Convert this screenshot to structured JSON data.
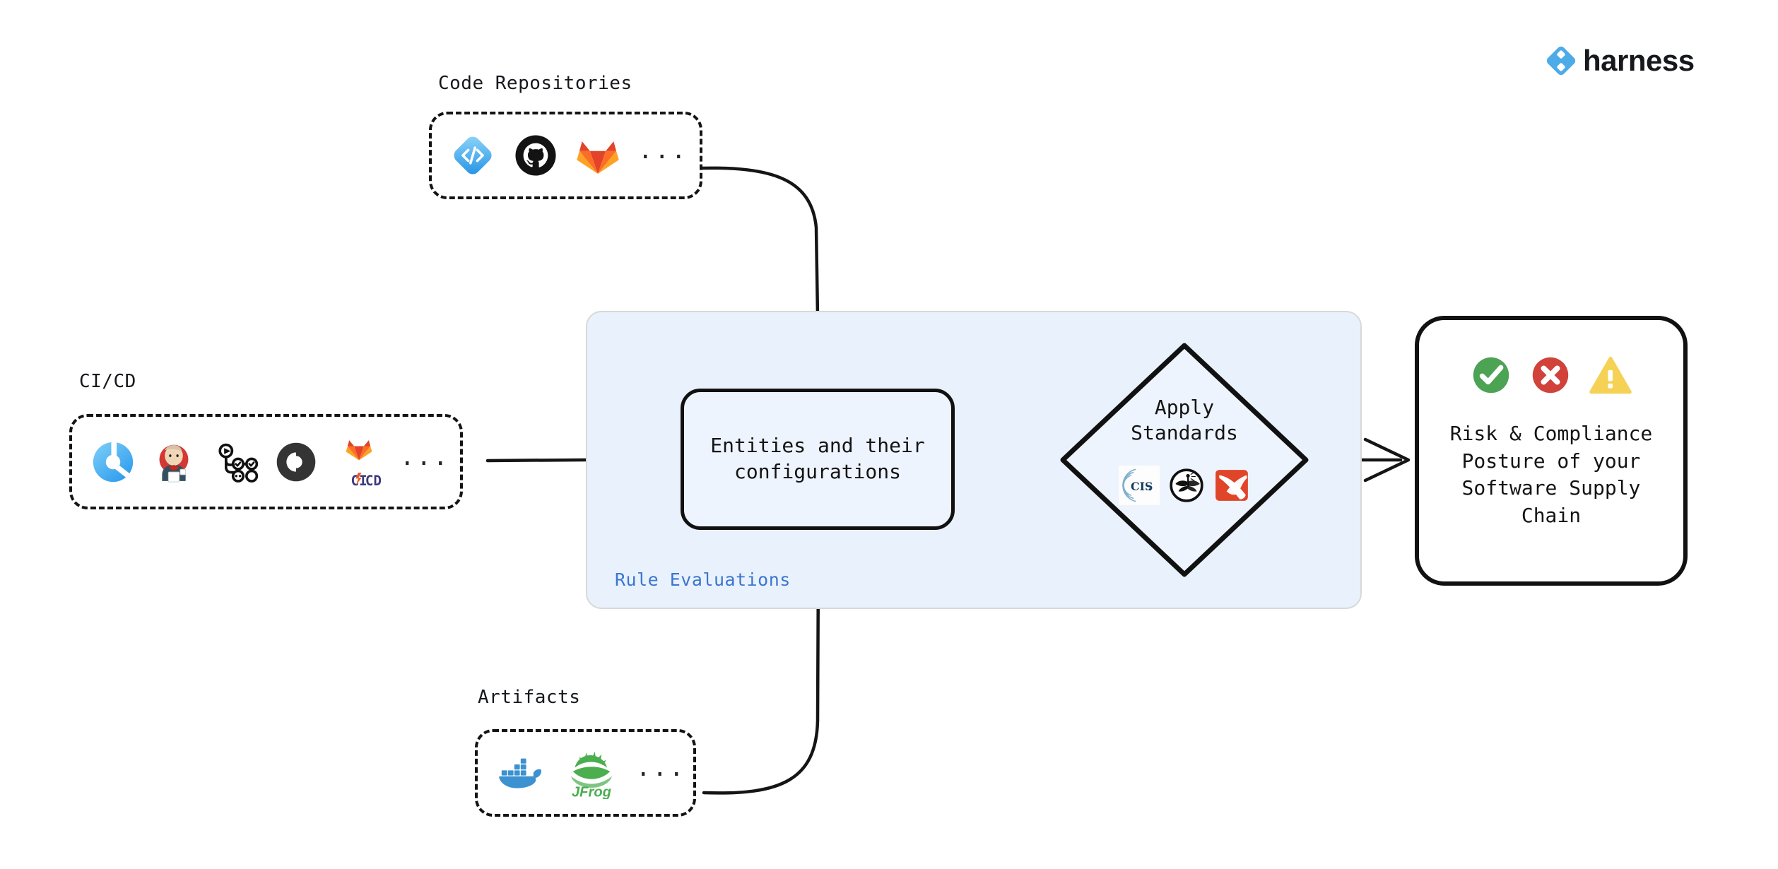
{
  "brand": {
    "name": "harness",
    "logo_icon": "harness-diamond-icon",
    "accent_color": "#4DABE8",
    "wordmark_color": "#16181D"
  },
  "groups": [
    {
      "id": "code-repositories",
      "label": "Code Repositories",
      "dots": "...",
      "items": [
        {
          "name": "bitbucket-code-icon",
          "label": "Code"
        },
        {
          "name": "github-icon",
          "label": "GitHub"
        },
        {
          "name": "gitlab-icon",
          "label": "GitLab"
        }
      ]
    },
    {
      "id": "ci-cd",
      "label": "CI/CD",
      "dots": "...",
      "items": [
        {
          "name": "harness-ci-icon",
          "label": "Harness CI"
        },
        {
          "name": "jenkins-icon",
          "label": "Jenkins"
        },
        {
          "name": "github-actions-icon",
          "label": "GitHub Actions"
        },
        {
          "name": "circleci-icon",
          "label": "CircleCI"
        },
        {
          "name": "gitlab-cicd-icon",
          "label": "CI/CD"
        }
      ]
    },
    {
      "id": "artifacts",
      "label": "Artifacts",
      "dots": "...",
      "items": [
        {
          "name": "docker-icon",
          "label": "Docker"
        },
        {
          "name": "jfrog-icon",
          "label": "JFrog"
        }
      ]
    }
  ],
  "rule_evaluations": {
    "label": "Rule Evaluations",
    "label_color": "#3B75D1",
    "background_color": "#E9F2FC",
    "entities": {
      "label": "Entities and their\nconfigurations"
    },
    "apply_standards": {
      "label": "Apply\nStandards",
      "logos": [
        {
          "name": "cis-icon",
          "label": "CIS"
        },
        {
          "name": "owasp-dragonfly-icon",
          "label": "OWASP"
        },
        {
          "name": "slsa-icon",
          "label": "SLSA"
        }
      ]
    }
  },
  "outcome": {
    "label": "Risk & Compliance\nPosture of your\nSoftware Supply\nChain",
    "status_icons": [
      {
        "name": "check-circle-icon",
        "label": "Pass",
        "color": "#4CA353"
      },
      {
        "name": "x-circle-icon",
        "label": "Fail",
        "color": "#D0423A"
      },
      {
        "name": "warning-triangle-icon",
        "label": "Warning",
        "color": "#F5D255"
      }
    ]
  },
  "connectors": [
    {
      "name": "connector-code-repositories-to-entities",
      "from": "Code Repositories",
      "to": "Entities and their configurations"
    },
    {
      "name": "connector-cicd-to-entities",
      "from": "CI/CD",
      "to": "Entities and their configurations"
    },
    {
      "name": "connector-artifacts-to-entities",
      "from": "Artifacts",
      "to": "Entities and their configurations"
    },
    {
      "name": "connector-entities-to-apply-standards",
      "from": "Entities and their configurations",
      "to": "Apply Standards"
    },
    {
      "name": "connector-apply-standards-to-outcome",
      "from": "Apply Standards",
      "to": "Risk & Compliance Posture"
    }
  ]
}
